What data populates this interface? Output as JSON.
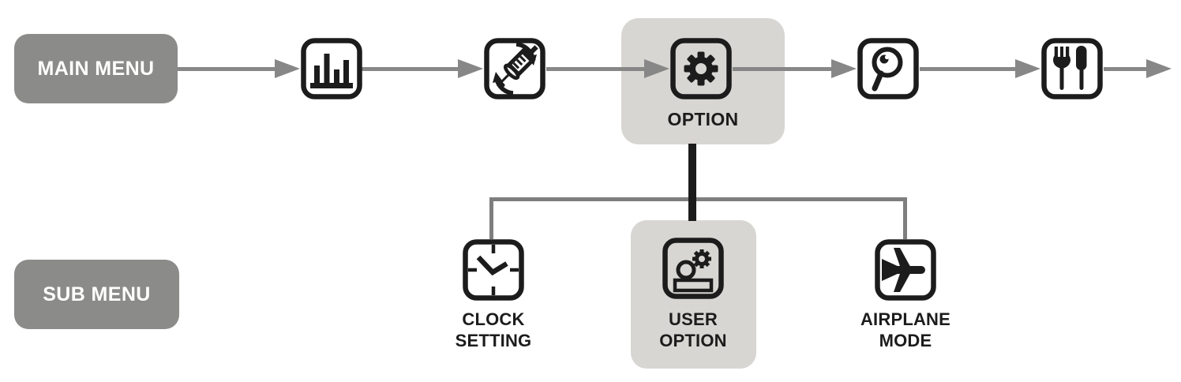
{
  "diagram": {
    "main_menu": {
      "badge": "MAIN MENU",
      "items": [
        {
          "icon": "bar-chart-icon"
        },
        {
          "icon": "syringe-rotate-icon"
        },
        {
          "icon": "gear-icon",
          "label": "OPTION",
          "highlighted": true
        },
        {
          "icon": "magnifier-icon"
        },
        {
          "icon": "utensils-icon"
        }
      ]
    },
    "sub_menu": {
      "badge": "SUB MENU",
      "parent_item": "OPTION",
      "items": [
        {
          "icon": "clock-icon",
          "label": "CLOCK\nSETTING",
          "highlighted": false
        },
        {
          "icon": "user-option-icon",
          "label": "USER\nOPTION",
          "highlighted": true
        },
        {
          "icon": "airplane-icon",
          "label": "AIRPLANE\nMODE",
          "highlighted": false
        }
      ]
    },
    "colors": {
      "badge_gray": "#8b8b89",
      "highlight_gray": "#d8d6d2",
      "arrow_gray": "#878787",
      "connector_gray": "#7e7e7e",
      "ink_black": "#1c1c1c"
    }
  }
}
